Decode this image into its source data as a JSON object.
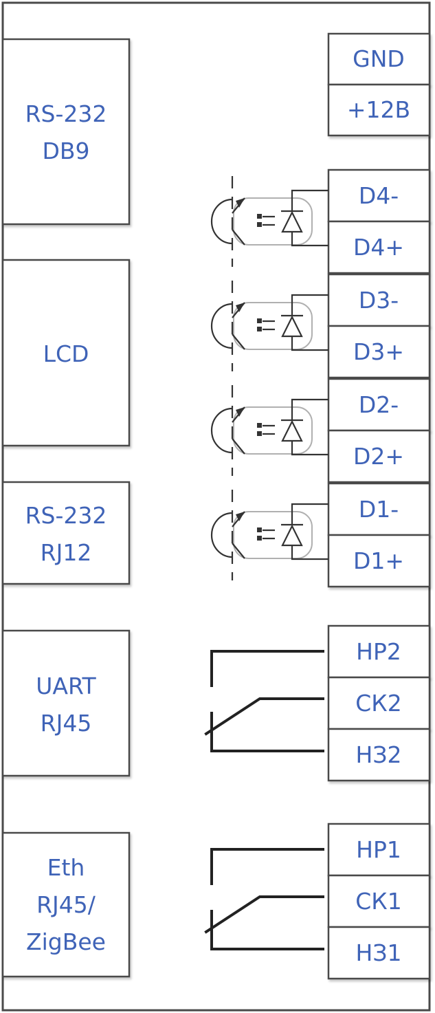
{
  "left_blocks": [
    {
      "id": "rs232-db9",
      "lines": [
        "RS-232",
        "DB9"
      ]
    },
    {
      "id": "lcd",
      "lines": [
        "LCD"
      ]
    },
    {
      "id": "rs232-rj12",
      "lines": [
        "RS-232",
        "RJ12"
      ]
    },
    {
      "id": "uart-rj45",
      "lines": [
        "UART",
        "RJ45"
      ]
    },
    {
      "id": "eth-rj45-zigbee",
      "lines": [
        "Eth",
        "RJ45/",
        "ZigBee"
      ]
    }
  ],
  "power_terminals": [
    "GND",
    "+12B"
  ],
  "input_terminals": [
    {
      "minus": "D4-",
      "plus": "D4+"
    },
    {
      "minus": "D3-",
      "plus": "D3+"
    },
    {
      "minus": "D2-",
      "plus": "D2+"
    },
    {
      "minus": "D1-",
      "plus": "D1+"
    }
  ],
  "relay_terminals": [
    {
      "nc": "НР2",
      "com": "СК2",
      "no": "НЗ2"
    },
    {
      "nc": "НР1",
      "com": "СК1",
      "no": "НЗ1"
    }
  ]
}
